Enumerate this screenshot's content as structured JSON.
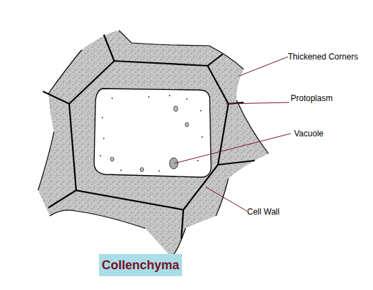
{
  "diagram": {
    "caption": "Collenchyma",
    "labels": [
      "Thickened Corners",
      "Protoplasm",
      "Vacuole",
      "Cell Wall"
    ]
  }
}
